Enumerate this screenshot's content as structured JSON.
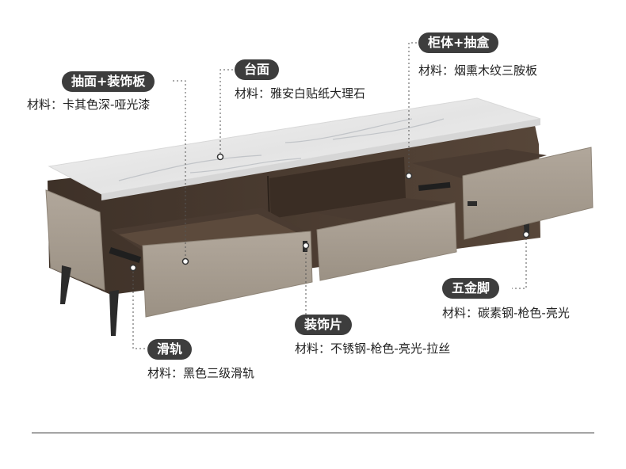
{
  "colors": {
    "pill_bg": "#3d3d3d",
    "pill_text": "#ffffff",
    "panel": "#a89e92",
    "wood_dark": "#4a3b31",
    "marble": "#eeeeee",
    "leg": "#2b2b2b"
  },
  "callouts": {
    "drawer_panel": {
      "title": "抽面+装饰板",
      "material": "材料：卡其色深-哑光漆"
    },
    "top": {
      "title": "台面",
      "material": "材料：雅安白贴纸大理石"
    },
    "cabinet": {
      "title": "柜体+抽盒",
      "material": "材料：烟熏木纹三胺板"
    },
    "foot": {
      "title": "五金脚",
      "material": "材料：碳素钢-枪色-亮光"
    },
    "trim": {
      "title": "装饰片",
      "material": "材料：不锈钢-枪色-亮光-拉丝"
    },
    "rail": {
      "title": "滑轨",
      "material": "材料：黑色三级滑轨"
    }
  }
}
